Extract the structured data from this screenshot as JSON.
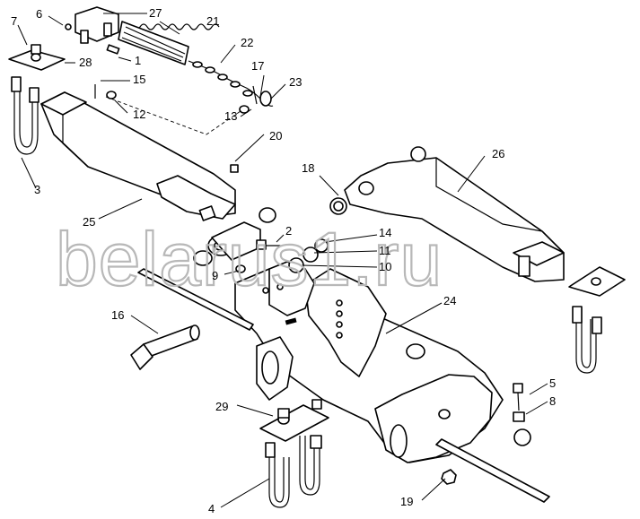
{
  "watermark": "belarus1.ru",
  "callouts": {
    "c1": "1",
    "c2": "2",
    "c3": "3",
    "c4": "4",
    "c5": "5",
    "c6": "6",
    "c7": "7",
    "c8": "8",
    "c9": "9",
    "c10": "10",
    "c11": "11",
    "c12": "12",
    "c13": "13",
    "c14": "14",
    "c15": "15",
    "c16": "16",
    "c17": "17",
    "c19": "19",
    "c20": "20",
    "c21": "21",
    "c22": "22",
    "c23": "23",
    "c24": "24",
    "c25": "25",
    "c26": "26",
    "c27": "27",
    "c28": "28",
    "c29": "29",
    "c18": "18"
  },
  "colors": {
    "line": "#000000",
    "background": "#ffffff",
    "watermark": "#b8b8b8"
  }
}
